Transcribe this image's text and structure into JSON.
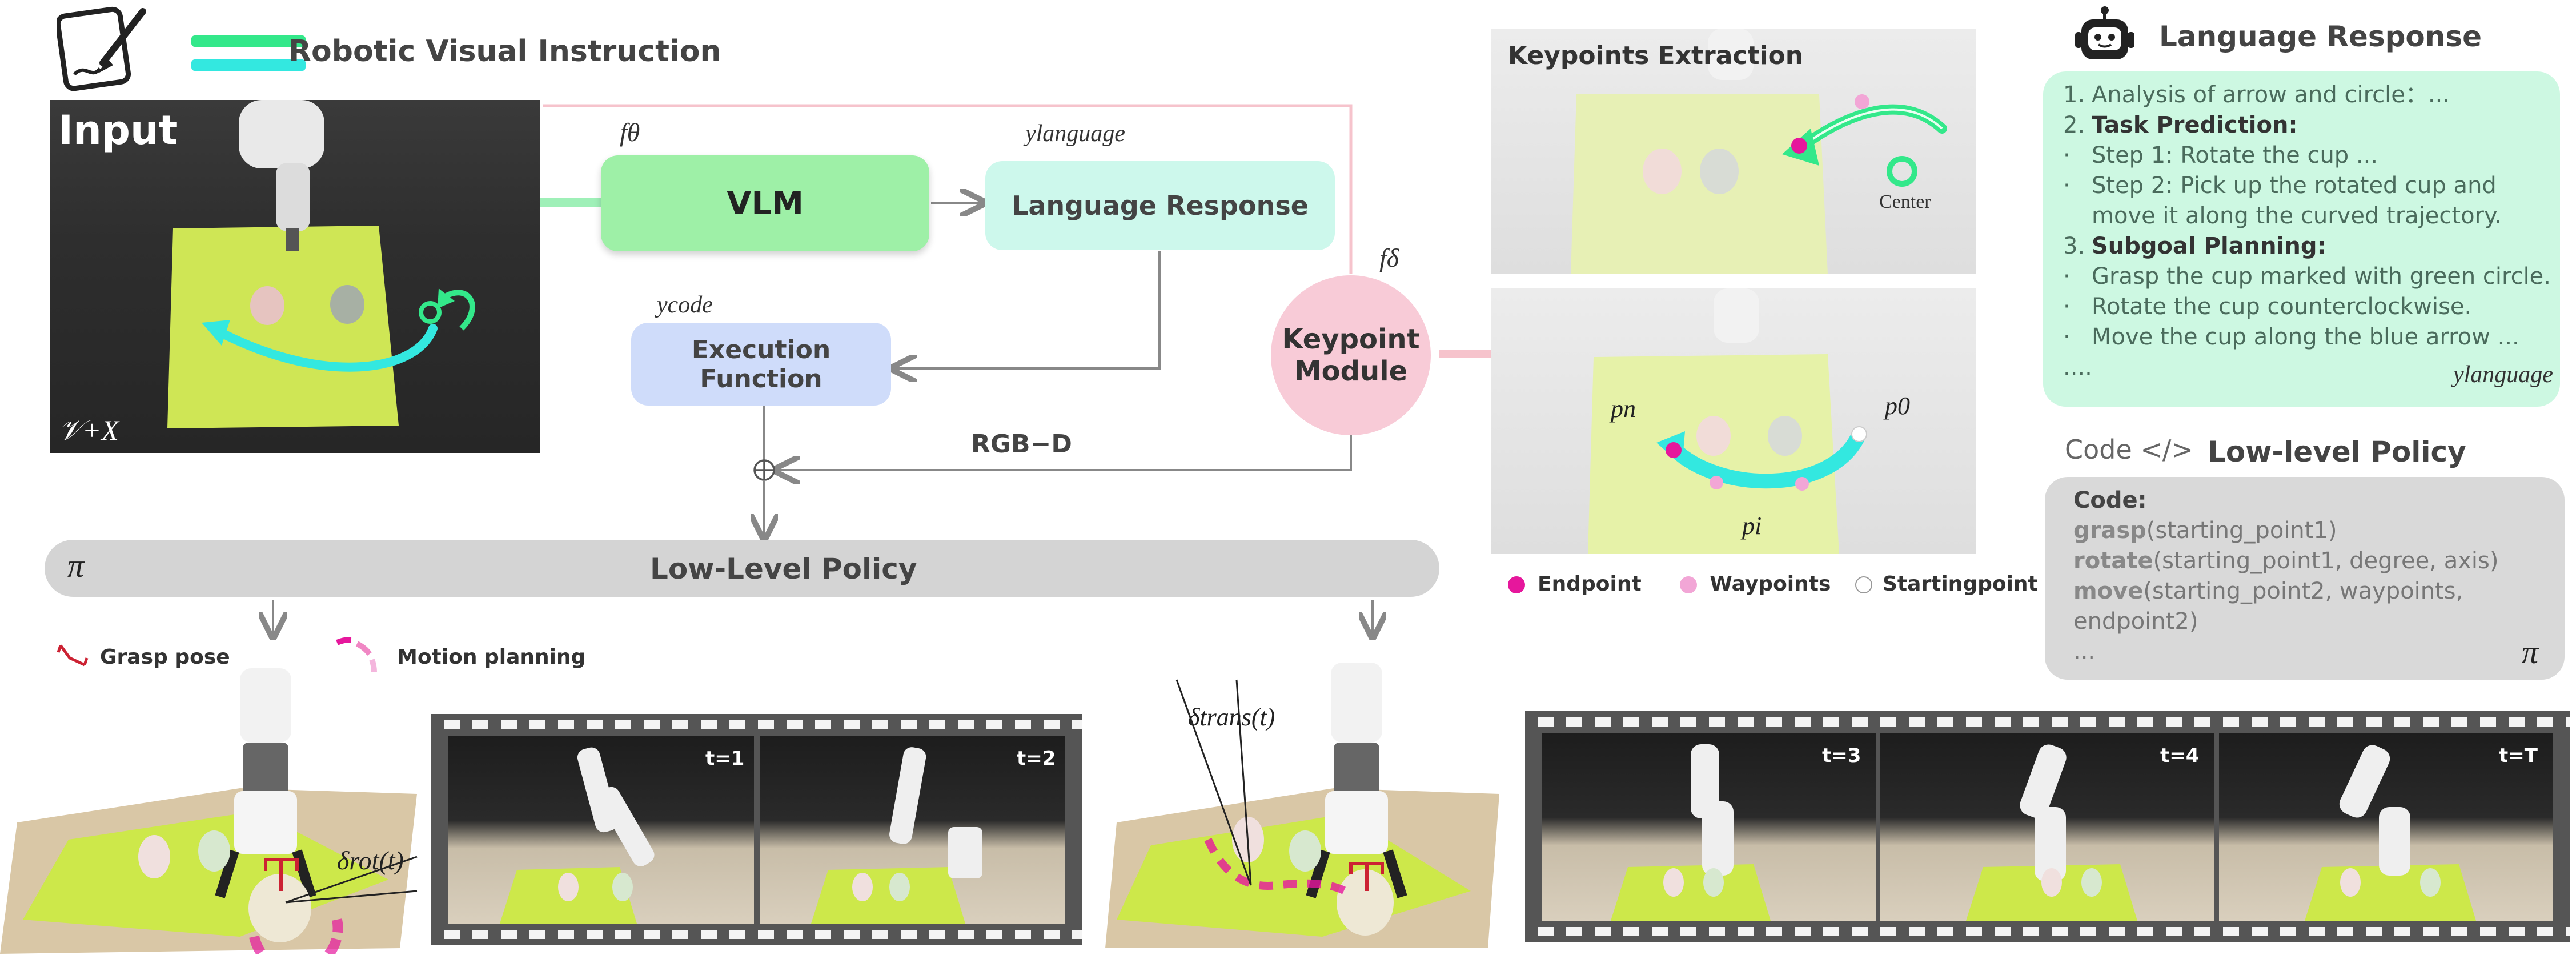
{
  "header": {
    "title": "Robotic Visual Instruction"
  },
  "input_panel": {
    "label": "Input",
    "symbol": "𝒱+X"
  },
  "vlm": {
    "label": "VLM",
    "f_theta": "fθ"
  },
  "language_box": {
    "label": "Language Response",
    "y_language": "ylanguage"
  },
  "execution": {
    "label": "Execution Function",
    "y_code": "ycode"
  },
  "keypoint_module": {
    "line1": "Keypoint",
    "line2": "Module",
    "f_delta": "fδ"
  },
  "rgbd": "RGB−D",
  "policy_bar": {
    "pi": "π",
    "label": "Low-Level Policy"
  },
  "keypoints": {
    "title": "Keypoints Extraction",
    "center": "Center",
    "pn": "pn",
    "p0": "p0",
    "pi": "pi",
    "legend": [
      "Endpoint",
      "Waypoints",
      "Startingpoint"
    ]
  },
  "language_response": {
    "title": "Language Response",
    "items": [
      {
        "num": "1.",
        "bold": "",
        "text": "Analysis of arrow and circle：..."
      },
      {
        "num": "2.",
        "bold": "Task Prediction:",
        "text": ""
      },
      {
        "num": "·",
        "bold": "",
        "text": "Step 1: Rotate the cup ..."
      },
      {
        "num": "·",
        "bold": "",
        "text": "Step 2: Pick up the rotated cup and"
      },
      {
        "num": "",
        "bold": "",
        "text": "move it along the curved trajectory."
      },
      {
        "num": "3.",
        "bold": "Subgoal Planning:",
        "text": ""
      },
      {
        "num": "·",
        "bold": "",
        "text": "Grasp the cup marked with green circle."
      },
      {
        "num": "·",
        "bold": "",
        "text": "Rotate the cup counterclockwise."
      },
      {
        "num": "·",
        "bold": "",
        "text": "Move the cup along the blue arrow ..."
      },
      {
        "num": "....",
        "bold": "",
        "text": ""
      }
    ],
    "y_language": "ylanguage"
  },
  "low_level": {
    "code_icon": "Code </>",
    "title": "Low-level Policy",
    "code_label": "Code:",
    "lines": [
      {
        "fn": "grasp",
        "args": "(starting_point1)"
      },
      {
        "fn": "rotate",
        "args": "(starting_point1, degree, axis)"
      },
      {
        "fn": "move",
        "args": "(starting_point2, waypoints,"
      },
      {
        "fn": "",
        "args": "endpoint2)"
      },
      {
        "fn": "",
        "args": "..."
      }
    ],
    "pi": "π"
  },
  "bottom": {
    "grasp_pose": "Grasp pose",
    "motion_planning": "Motion planning",
    "delta_rot": "δrot(t)",
    "delta_trans": "δtrans(t)",
    "film1_labels": [
      "t=1",
      "t=2"
    ],
    "film2_labels": [
      "t=3",
      "t=4",
      "t=T"
    ]
  },
  "colors": {
    "green": "#33e88a",
    "cyan": "#33e8e0",
    "magenta": "#e6179c",
    "pink": "#f2a6d6"
  }
}
